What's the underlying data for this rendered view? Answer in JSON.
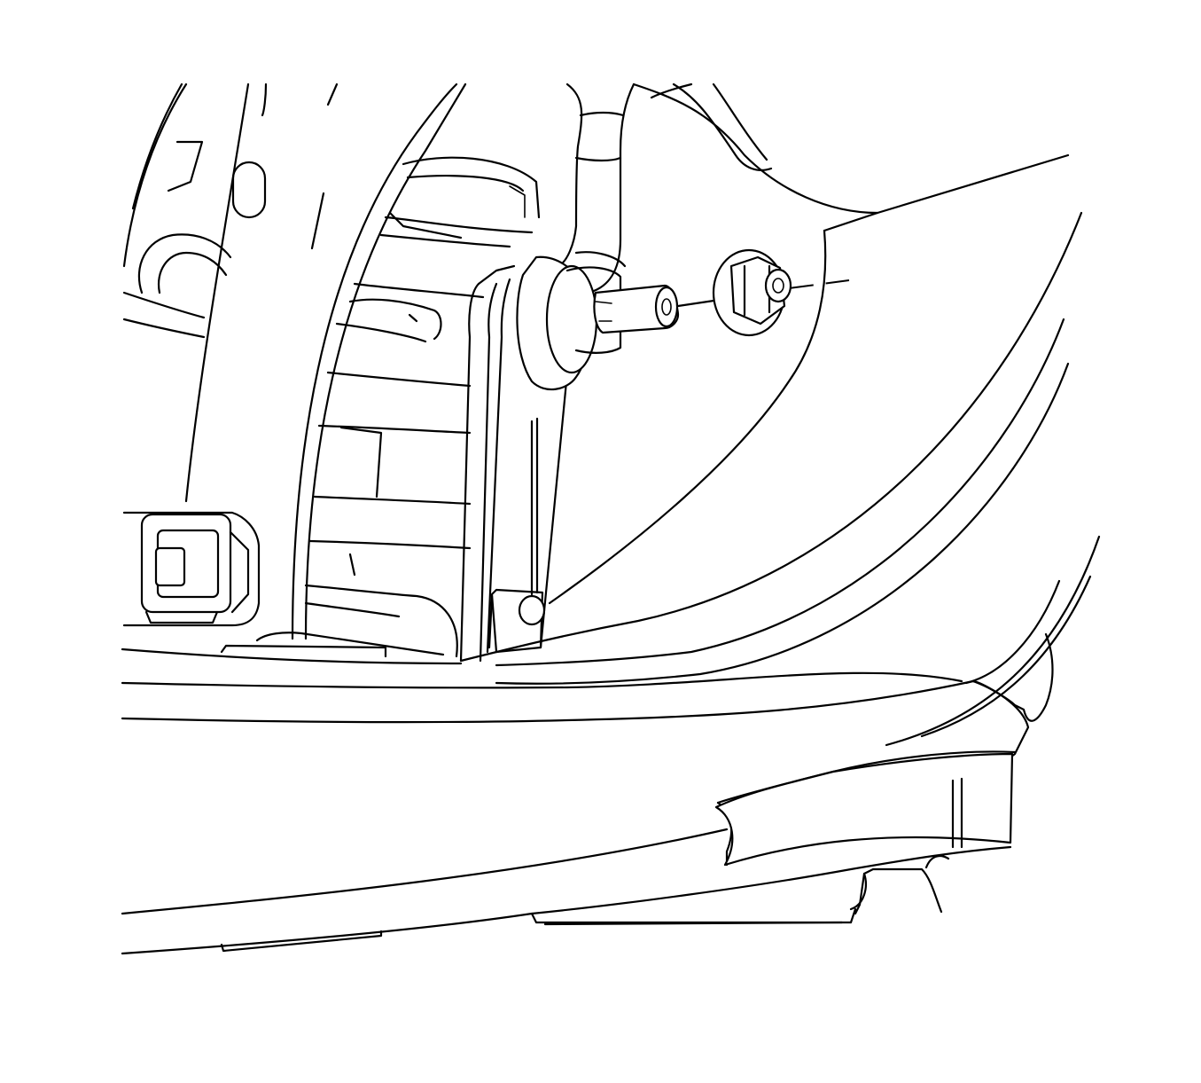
{
  "figure": {
    "components": [
      "lower-control-arm",
      "coil-spring",
      "stabilizer-link",
      "stabilizer-link-ball-stud",
      "stabilizer-link-nut",
      "wiring-harness-connector",
      "wheel-opening-panel"
    ],
    "colors": {
      "line": "#000000",
      "background": "#ffffff"
    }
  }
}
